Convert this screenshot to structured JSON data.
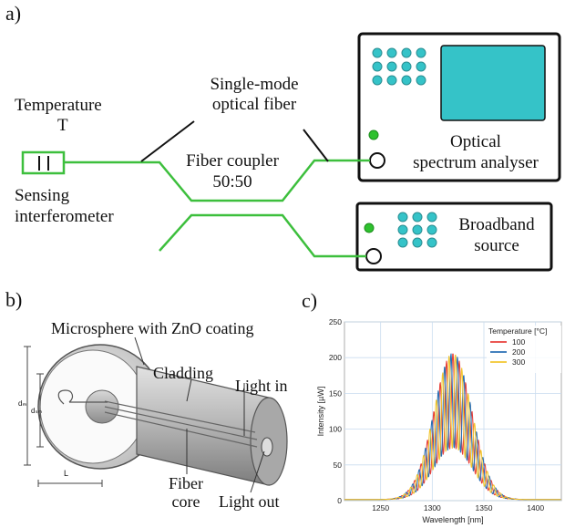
{
  "panel_a": {
    "label": "a)",
    "temperature": "Temperature",
    "temperature_symbol": "T",
    "fiber_line1": "Single-mode",
    "fiber_line2": "optical fiber",
    "coupler_line1": "Fiber coupler",
    "coupler_line2": "50:50",
    "sensing_line1": "Sensing",
    "sensing_line2": "interferometer",
    "osa_line1": "Optical",
    "osa_line2": "spectrum analyser",
    "source_line1": "Broadband",
    "source_line2": "source",
    "colors": {
      "fiber": "#3dbf3d",
      "knob": "#35c3c8",
      "screen": "#35c3c8",
      "led": "#2ec12e"
    }
  },
  "panel_b": {
    "label": "b)",
    "microsphere": "Microsphere with ZnO coating",
    "cladding": "Cladding",
    "light_in": "Light in",
    "fiber_core_line1": "Fiber",
    "fiber_core_line2": "core",
    "light_out": "Light out",
    "dim_L": "L",
    "dim_d1": "dₘ",
    "dim_d2": "dₛₘ"
  },
  "panel_c": {
    "label": "c)"
  },
  "chart_data": {
    "type": "line",
    "xlabel": "Wavelength [nm]",
    "ylabel": "Intensity [µW]",
    "xlim": [
      1215,
      1425
    ],
    "ylim": [
      0,
      250
    ],
    "xticks": [
      1250,
      1300,
      1350,
      1400
    ],
    "yticks": [
      0,
      50,
      100,
      150,
      200,
      250
    ],
    "grid": true,
    "legend_title": "Temperature [°C]",
    "legend_position": "top-right",
    "series": [
      {
        "name": "100",
        "color": "#e8413b",
        "phase": 0.0
      },
      {
        "name": "200",
        "color": "#2a6fb5",
        "phase": 1.9
      },
      {
        "name": "300",
        "color": "#f2c62f",
        "phase": 3.8
      }
    ],
    "envelope": {
      "center_nm": 1320,
      "width_nm": 26,
      "peak_uW": 205,
      "fringe_period_nm": 6.2
    }
  }
}
